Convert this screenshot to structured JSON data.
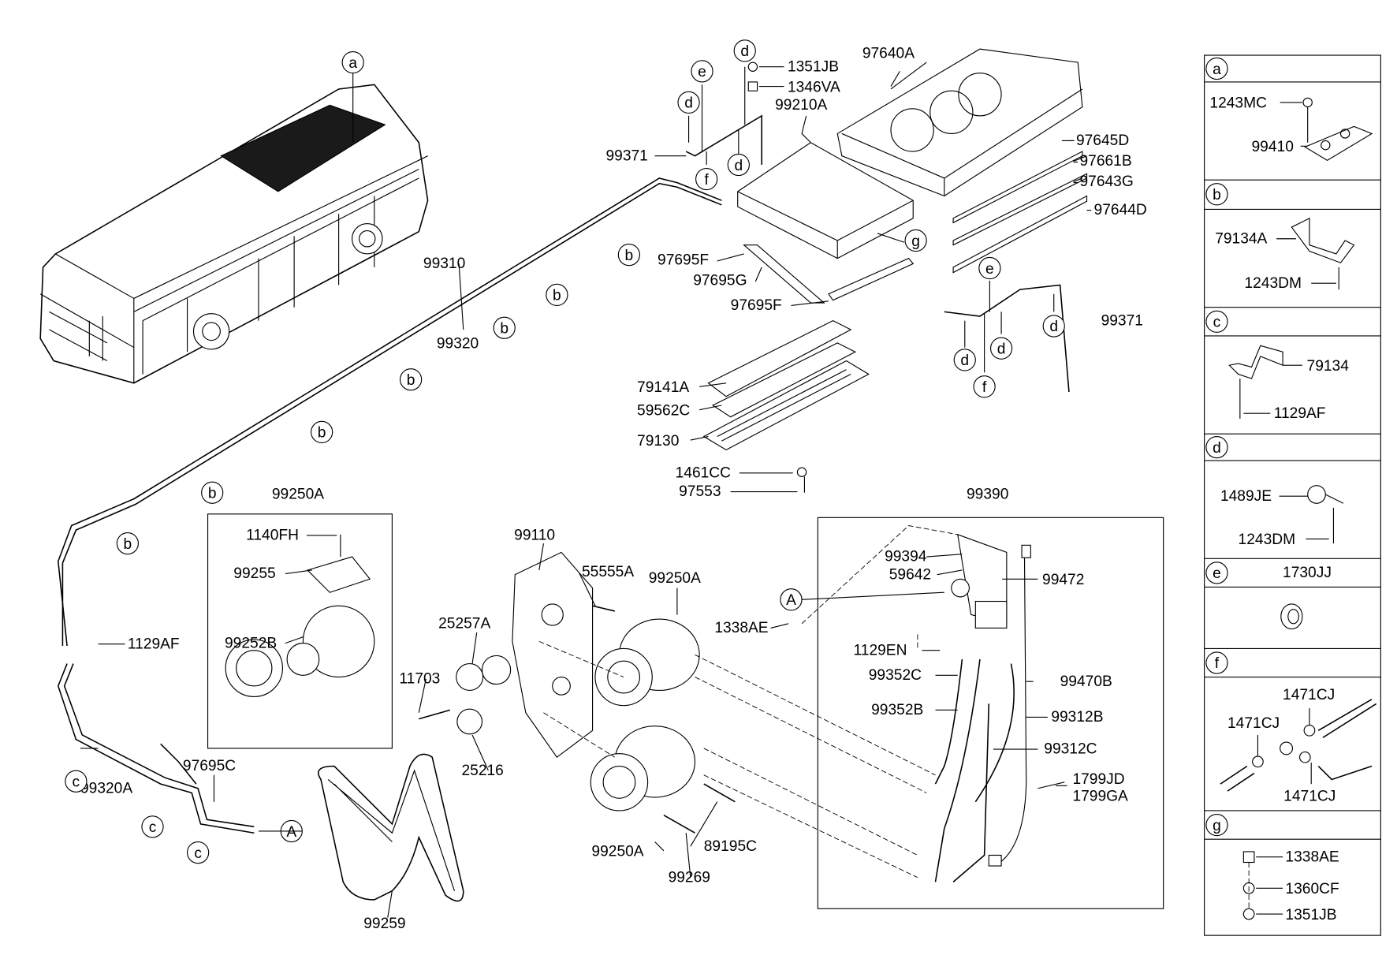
{
  "labels": [
    "1351JB",
    "97640A",
    "1346VA",
    "99210A",
    "99371",
    "97645D",
    "97661B",
    "97643G",
    "97644D",
    "97695F",
    "97695G",
    "97695F",
    "99310",
    "99320",
    "99371",
    "79141A",
    "59562C",
    "79130",
    "1461CC",
    "97553",
    "99250A",
    "99390",
    "1140FH",
    "99255",
    "99110",
    "55555A",
    "99250A",
    "99394",
    "59642",
    "99472",
    "1338AE",
    "25257A",
    "99252B",
    "1129AF",
    "1129EN",
    "11703",
    "99352C",
    "99470B",
    "99352B",
    "99312B",
    "25216",
    "99312C",
    "97695C",
    "99320A",
    "1799JD",
    "1799GA",
    "99250A",
    "89195C",
    "99269",
    "99259"
  ],
  "callouts": [
    "a",
    "e",
    "d",
    "d",
    "d",
    "f",
    "b",
    "b",
    "b",
    "b",
    "b",
    "b",
    "b",
    "g",
    "e",
    "d",
    "d",
    "d",
    "f",
    "c",
    "c",
    "c",
    "A",
    "A"
  ],
  "legend": [
    {
      "letter": "a",
      "parts": [
        "1243MC",
        "99410"
      ]
    },
    {
      "letter": "b",
      "parts": [
        "79134A",
        "1243DM"
      ]
    },
    {
      "letter": "c",
      "parts": [
        "79134",
        "1129AF"
      ]
    },
    {
      "letter": "d",
      "parts": [
        "1489JE",
        "1243DM"
      ]
    },
    {
      "letter": "e",
      "parts": [
        "1730JJ"
      ]
    },
    {
      "letter": "f",
      "parts": [
        "1471CJ",
        "1471CJ",
        "1471CJ"
      ]
    },
    {
      "letter": "g",
      "parts": [
        "1338AE",
        "1360CF",
        "1351JB"
      ]
    }
  ]
}
